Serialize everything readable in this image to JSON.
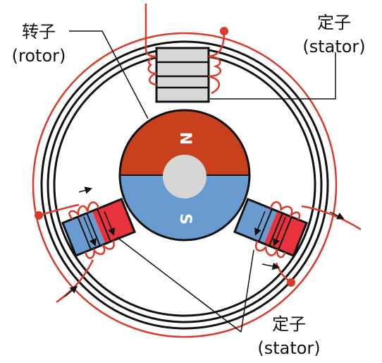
{
  "labels": {
    "rotor_cn": "转子",
    "rotor_en": "(rotor)",
    "stator_top_cn": "定子",
    "stator_top_en": "(stator)",
    "stator_bottom_cn": "定子",
    "stator_bottom_en": "(stator)",
    "pole_north": "N",
    "pole_south": "S"
  },
  "colors": {
    "wire": "#d93a2a",
    "north": "#c8401c",
    "south": "#6a9bd0",
    "stator_core": "#d8d8d8",
    "stator_red": "#e8323c",
    "stator_blue": "#6a9bd0",
    "hub": "#d6d6d6"
  }
}
